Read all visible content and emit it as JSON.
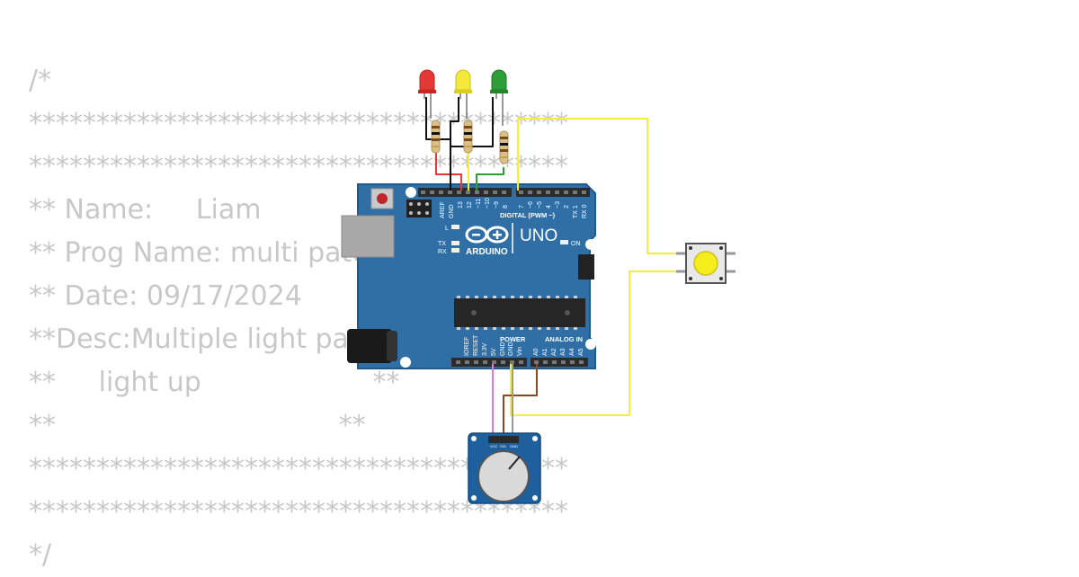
{
  "code_comment": {
    "lines": [
      "/*",
      "****************************************",
      "****************************************",
      "** Name:     Liam",
      "** Prog Name: multi pattern           **",
      "** Date: 09/17/2024",
      "**Desc:Multiple light patterns",
      "**     light up                    **",
      "**                                 **",
      "****************************************",
      "****************************************",
      "*/"
    ]
  },
  "arduino": {
    "brand": "ARDUINO",
    "model": "UNO",
    "labels": {
      "aref": "AREF",
      "gnd": "GND",
      "digital": "DIGITAL (PWM ~)",
      "tx": "TX",
      "rx": "RX",
      "l": "L",
      "on": "ON",
      "power": "POWER",
      "analog_in": "ANALOG IN",
      "ioref": "IOREF",
      "reset": "RESET",
      "v33": "3.3V",
      "v5": "5V",
      "vin": "Vin",
      "tx0": "TX 1",
      "rx0": "RX 0"
    },
    "digital_pins": [
      "13",
      "12",
      "~11",
      "~10",
      "~9",
      "8",
      "7",
      "~6",
      "~5",
      "4",
      "~3",
      "2"
    ],
    "analog_pins": [
      "A0",
      "A1",
      "A2",
      "A3",
      "A4",
      "A5"
    ],
    "colors": {
      "board": "#2f6fa6",
      "board_edge": "#1f5a8c",
      "header": "#2b2b2b"
    }
  },
  "leds": [
    {
      "id": "red",
      "color": "#e53935"
    },
    {
      "id": "yellow",
      "color": "#f4e93b"
    },
    {
      "id": "green",
      "color": "#2e9e38"
    }
  ],
  "potentiometer": {
    "pins": [
      "VCC",
      "SIG",
      "GND"
    ],
    "colors": {
      "board": "#1e5f9e",
      "knob": "#d9d9d9"
    }
  },
  "pushbutton": {
    "cap_color": "#f5ee1c"
  },
  "wires": {
    "red": "#e53935",
    "yellow": "#f5ee3a",
    "green": "#2e9e38",
    "black": "#111111",
    "pink": "#e07ad6",
    "brown": "#8b4a1f",
    "gray": "#9a9a9a"
  }
}
